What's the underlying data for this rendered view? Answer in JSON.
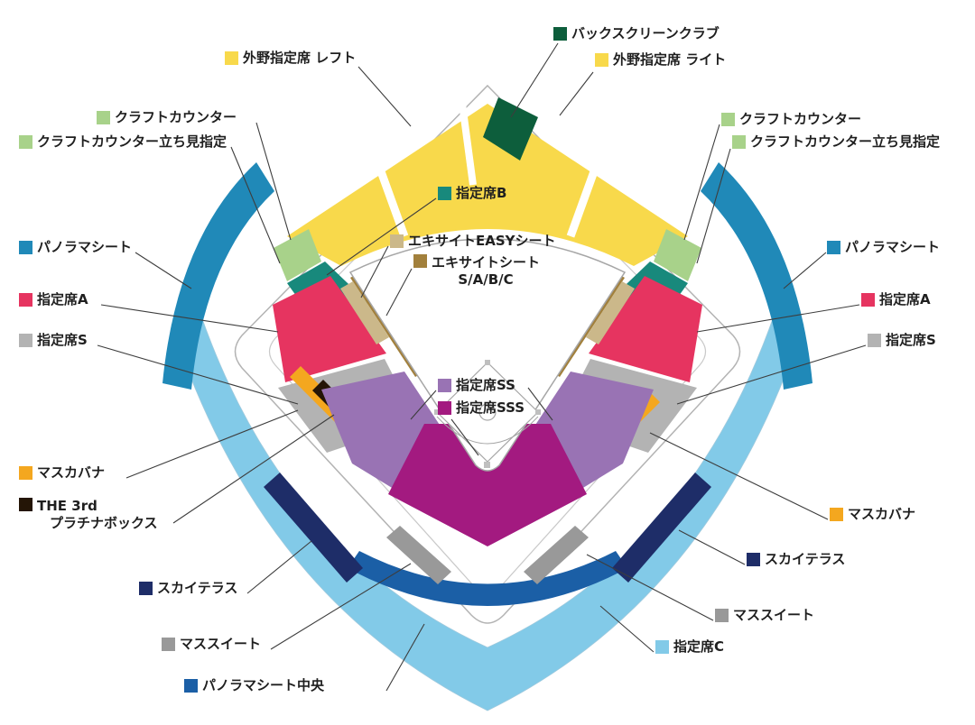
{
  "colors": {
    "background": "#ffffff",
    "stadium_outline": "#b3b3b3",
    "leader_line": "#3d3d3d",
    "field_line": "#a6a6a6"
  },
  "regions": {
    "backscreen_club": {
      "label": "バックスクリーンクラブ",
      "color": "#0d5e3c"
    },
    "outfield_left": {
      "label": "外野指定席 レフト",
      "color": "#f8d94b"
    },
    "outfield_right": {
      "label": "外野指定席 ライト",
      "color": "#f8d94b"
    },
    "craft_counter": {
      "label": "クラフトカウンター",
      "color": "#a8d28a"
    },
    "craft_counter_standing": {
      "label": "クラフトカウンター立ち見指定",
      "color": "#a8d28a"
    },
    "shitei_b": {
      "label": "指定席B",
      "color": "#18897c"
    },
    "excite_easy": {
      "label": "エキサイトEASYシート",
      "color": "#cbb88a"
    },
    "excite": {
      "label_line1": "エキサイトシート",
      "label_line2": "S/A/B/C",
      "color": "#a2803c"
    },
    "panorama": {
      "label": "パノラマシート",
      "color": "#2089b8"
    },
    "shitei_a": {
      "label": "指定席A",
      "color": "#e63460"
    },
    "shitei_s": {
      "label": "指定席S",
      "color": "#b3b3b3"
    },
    "shitei_ss": {
      "label": "指定席SS",
      "color": "#9973b4"
    },
    "shitei_sss": {
      "label": "指定席SSS",
      "color": "#a31a80"
    },
    "mas_cabana": {
      "label": "マスカバナ",
      "color": "#f4a71f"
    },
    "platinum_box": {
      "label_line1": "THE 3rd",
      "label_line2": "プラチナボックス",
      "color": "#241506"
    },
    "sky_terrace": {
      "label": "スカイテラス",
      "color": "#1e2d68"
    },
    "mas_suite": {
      "label": "マススイート",
      "color": "#999999"
    },
    "shitei_c": {
      "label": "指定席C",
      "color": "#82cae8"
    },
    "panorama_center": {
      "label": "パノラマシート中央",
      "color": "#1b5fa6"
    }
  }
}
